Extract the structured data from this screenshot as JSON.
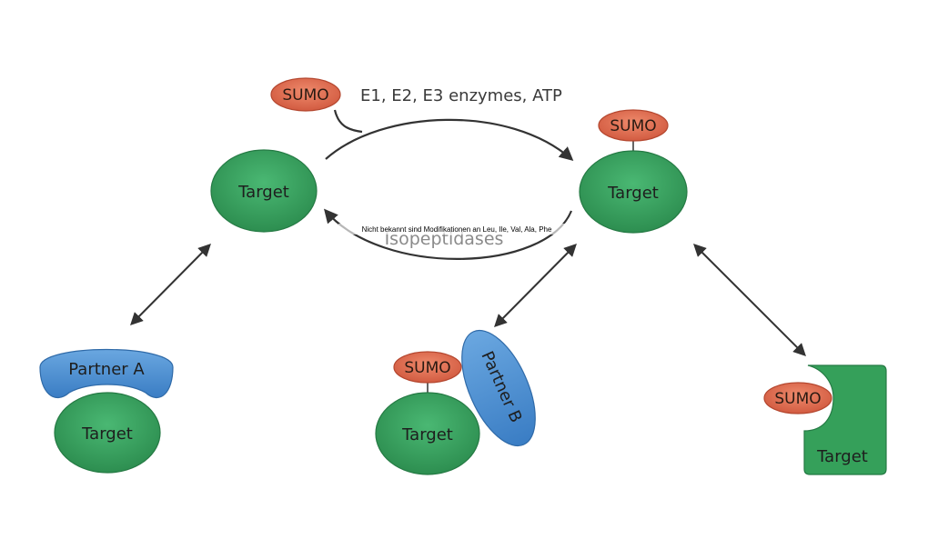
{
  "diagram": {
    "top_label": "E1, E2, E3 enzymes, ATP",
    "bottom_label": "Isopeptidases",
    "note": "Nicht bekannt sind Modifikationen an Leu, Ile, Val, Ala, Phe",
    "target_label": "Target",
    "sumo_label": "SUMO",
    "partner_a_label": "Partner A",
    "partner_b_label": "Partner B"
  },
  "colors": {
    "target_green": "#36a35e",
    "sumo_red": "#e0765a",
    "partner_blue": "#4d8fd0",
    "arrow": "#333333"
  }
}
